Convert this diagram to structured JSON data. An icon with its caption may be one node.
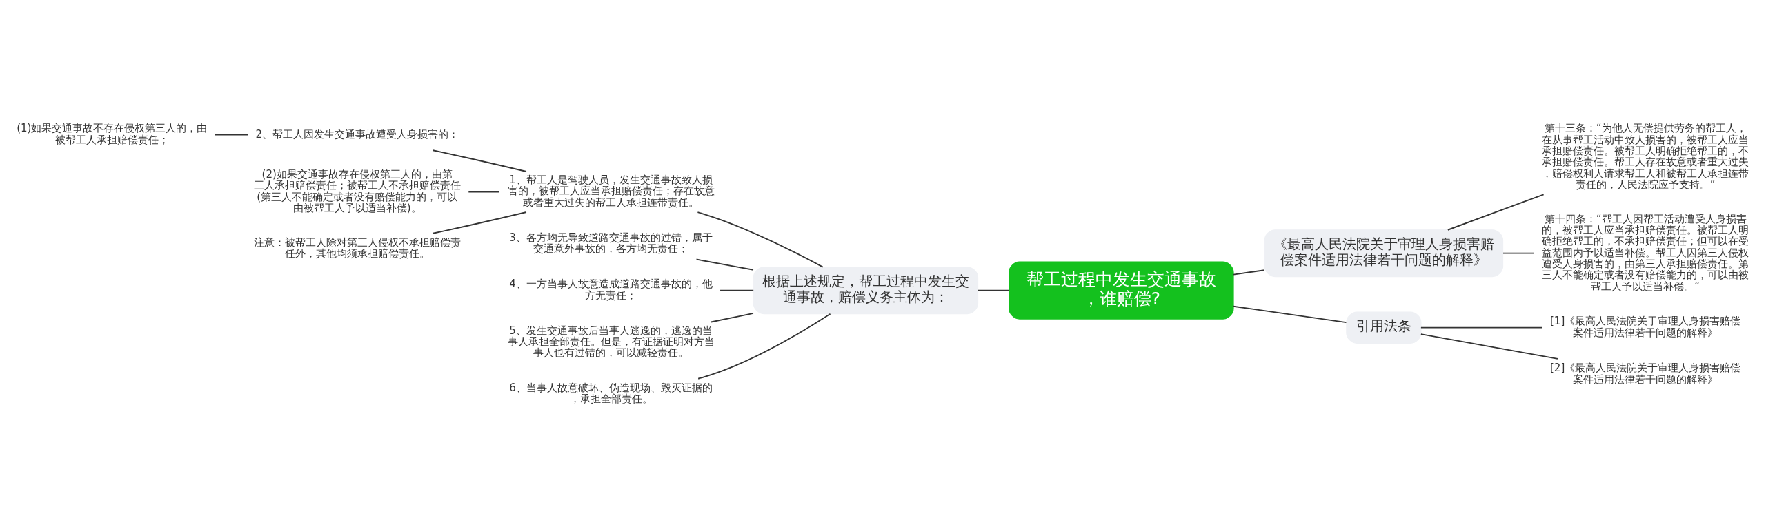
{
  "diagram": {
    "nodes": [
      {
        "text": [
          "帮工过程中发生交通事故，谁赔偿?"
        ]
      },
      {
        "text": [
          "根据上述规定，帮工过程中发生交通事故，赔偿义务主体为："
        ]
      },
      {
        "text": [
          "1、帮工人是驾驶人员，发生交通事故致人损害的，被帮工人应当承担赔偿责任；存在故意或者重大过失的帮工人承担连带责任。"
        ]
      },
      {
        "text": [
          "2、帮工人因发生交通事故遭受人身损害的："
        ]
      },
      {
        "text": [
          "(1)如果交通事故不存在侵权第三人的，由被帮工人承担赔偿责任；"
        ]
      },
      {
        "text": [
          "(2)如果交通事故存在侵权第三人的，由第三人承担赔偿责任；被帮工人不承担赔偿责任(第三人不能确定或者没有赔偿能力的，可以由被帮工人予以适当补偿)。"
        ]
      },
      {
        "text": [
          "注意：被帮工人除对第三人侵权不承担赔偿责任外，其他均须承担赔偿责任。"
        ]
      },
      {
        "text": [
          "3、各方均无导致道路交通事故的过错，属于交通意外事故的，各方均无责任；"
        ]
      },
      {
        "text": [
          "4、一方当事人故意造成道路交通事故的，他方无责任；"
        ]
      },
      {
        "text": [
          "5、发生交通事故后当事人逃逸的，逃逸的当事人承担全部责任。但是，有证据证明对方当事人也有过错的，可以减轻责任。"
        ]
      },
      {
        "text": [
          "6、当事人故意破坏、伪造现场、毁灭证据的，承担全部责任。"
        ]
      },
      {
        "text": [
          "《最高人民法院关于审理人身损害赔偿案件适用法律若干问题的解释》"
        ]
      },
      {
        "text": [
          "第十三条：“为他人无偿提供劳务的帮工人，在从事帮工活动中致人损害的，被帮工人应当承担赔偿责任。被帮工人明确拒绝帮工的，不承担赔偿责任。帮工人存在故意或者重大过失，赔偿权利人请求帮工人和被帮工人承担连带责任的，人民法院应予支持。”"
        ]
      },
      {
        "text": [
          "第十四条：“帮工人因帮工活动遭受人身损害的，被帮工人应当承担赔偿责任。被帮工人明确拒绝帮工的，不承担赔偿责任；但可以在受益范围内予以适当补偿。帮工人因第三人侵权遭受人身损害的，由第三人承担赔偿责任。第三人不能确定或者没有赔偿能力的，可以由被帮工人予以适当补偿。“"
        ]
      },
      {
        "text": [
          "引用法条"
        ]
      },
      {
        "text": [
          "[1]《最高人民法院关于审理人身损害赔偿案件适用法律若干问题的解释》"
        ]
      },
      {
        "text": [
          "[2]《最高人民法院关于审理人身损害赔偿案件适用法律若干问题的解释》"
        ]
      }
    ],
    "edges": [
      {
        "from": 0,
        "to": 1,
        "arrow": "none"
      },
      {
        "from": 1,
        "to": 2,
        "arrow": "none"
      },
      {
        "from": 2,
        "to": 3,
        "arrow": "none"
      },
      {
        "from": 3,
        "to": 4,
        "arrow": "none"
      },
      {
        "from": 2,
        "to": 5,
        "arrow": "none"
      },
      {
        "from": 2,
        "to": 6,
        "arrow": "none"
      },
      {
        "from": 1,
        "to": 7,
        "arrow": "none"
      },
      {
        "from": 1,
        "to": 8,
        "arrow": "none"
      },
      {
        "from": 1,
        "to": 9,
        "arrow": "none"
      },
      {
        "from": 1,
        "to": 10,
        "arrow": "none"
      },
      {
        "from": 0,
        "to": 11,
        "arrow": "none"
      },
      {
        "from": 11,
        "to": 12,
        "arrow": "none"
      },
      {
        "from": 11,
        "to": 13,
        "arrow": "none"
      },
      {
        "from": 0,
        "to": 14,
        "arrow": "none"
      },
      {
        "from": 14,
        "to": 15,
        "arrow": "none"
      },
      {
        "from": 14,
        "to": 16,
        "arrow": "none"
      }
    ]
  }
}
